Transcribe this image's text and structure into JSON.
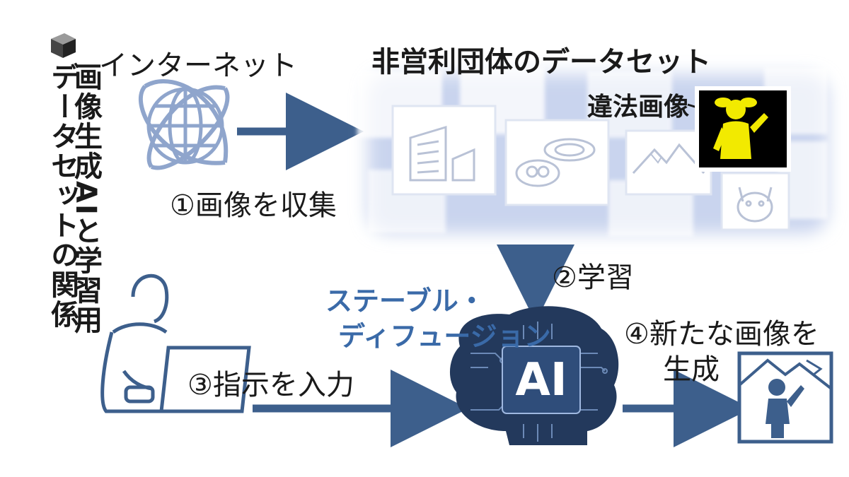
{
  "title": {
    "line1": "画像生成AIと学習用",
    "line2": "データセットの関係"
  },
  "nodes": {
    "internet": "インターネット",
    "dataset": "非営利団体のデータセット",
    "illegal": "違法画像",
    "ai_name_line1": "ステーブル・",
    "ai_name_line2": "ディフュージョン",
    "ai_chip": "AI"
  },
  "steps": {
    "step1": "①画像を収集",
    "step2": "②学習",
    "step3": "③指示を入力",
    "step4_line1": "④新たな画像を",
    "step4_line2": "生成"
  },
  "colors": {
    "arrow": "#3d5f8c",
    "brand_blue": "#3a6aa8",
    "globe": "#8fa5cc",
    "dataset_glow": "#c9d4ee",
    "illegal_bg": "#000000",
    "illegal_figure": "#f2ea00",
    "ai_board": "#23395c"
  },
  "icons": [
    "title-bullet-icon",
    "globe-icon",
    "building-icon",
    "food-icon",
    "mountain-icon",
    "cat-icon",
    "figure-icon",
    "person-laptop-icon",
    "circuit-brain-icon",
    "generated-image-icon"
  ]
}
